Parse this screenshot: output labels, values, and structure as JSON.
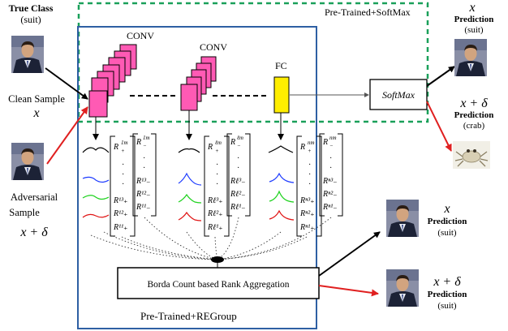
{
  "inputs": {
    "true_class_title": "True Class",
    "true_class_value": "(suit)",
    "clean_label": "Clean Sample",
    "clean_math": "x",
    "adv_label_line1": "Adversarial",
    "adv_label_line2": "Sample",
    "adv_math": "x + δ"
  },
  "boxes": {
    "softmax_region_label": "Pre-Trained+SoftMax",
    "regroup_region_label": "Pre-Trained+REGroup",
    "softmax_node": "SoftMax",
    "borda_label": "Borda Count based Rank Aggregation"
  },
  "layers": {
    "conv1": "CONV",
    "conv2": "CONV",
    "fc": "FC"
  },
  "matrices": [
    {
      "left": {
        "top_label": "R",
        "top_sup": "1m",
        "top_sub": "+",
        "rows": [
          "R¹³₊",
          "R¹²₊",
          "R¹¹₊"
        ]
      },
      "right": {
        "top_label": "R",
        "top_sup": "1m",
        "top_sub": "−",
        "rows": [
          "R¹³₋",
          "R¹²₋",
          "R¹¹₋"
        ]
      }
    },
    {
      "left": {
        "top_label": "R",
        "top_sup": "ℓm",
        "top_sub": "+",
        "rows": [
          "Rℓ³₊",
          "Rℓ²₊",
          "Rℓ¹₊"
        ]
      },
      "right": {
        "top_label": "R",
        "top_sup": "ℓm",
        "top_sub": "−",
        "rows": [
          "Rℓ³₋",
          "Rℓ²₋",
          "Rℓ¹₋"
        ]
      }
    },
    {
      "left": {
        "top_label": "R",
        "top_sup": "nm",
        "top_sub": "+",
        "rows": [
          "Rⁿ³₊",
          "Rⁿ²₊",
          "Rⁿ¹₊"
        ]
      },
      "right": {
        "top_label": "R",
        "top_sup": "nm",
        "top_sub": "−",
        "rows": [
          "Rⁿ³₋",
          "Rⁿ²₋",
          "Rⁿ¹₋"
        ]
      }
    }
  ],
  "outputs": [
    {
      "math": "x",
      "title": "Prediction",
      "value": "(suit)"
    },
    {
      "math": "x + δ",
      "title": "Prediction",
      "value": "(crab)"
    },
    {
      "math": "x",
      "title": "Prediction",
      "value": "(suit)"
    },
    {
      "math": "x + δ",
      "title": "Prediction",
      "value": "(suit)"
    }
  ],
  "colors": {
    "softmax_dash": "#1aa05a",
    "regroup_border": "#2e5fa3",
    "conv_fill": "#ff5ab4",
    "fc_fill": "#ffee00",
    "adv_arrow": "#e02020",
    "curve_blue": "#1e3cff",
    "curve_green": "#1ed21e",
    "curve_red": "#e01414"
  },
  "icons": [
    "person-photo",
    "crab-photo",
    "arrow-right"
  ]
}
